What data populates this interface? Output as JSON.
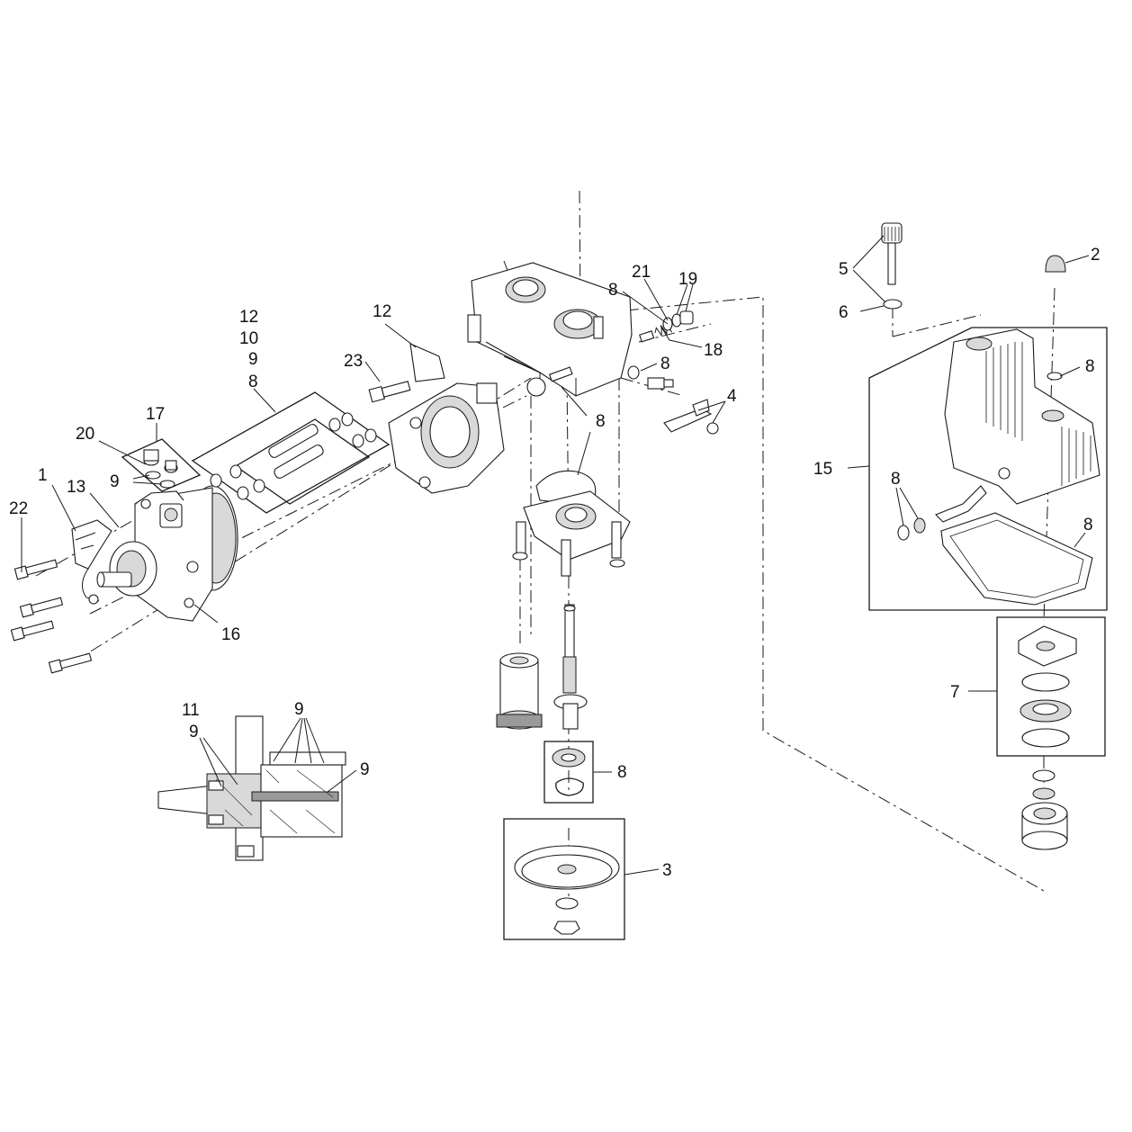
{
  "callouts": [
    {
      "label": "1"
    },
    {
      "label": "2"
    },
    {
      "label": "3"
    },
    {
      "label": "4"
    },
    {
      "label": "5"
    },
    {
      "label": "6"
    },
    {
      "label": "7"
    },
    {
      "label": "8"
    },
    {
      "label": "8"
    },
    {
      "label": "8"
    },
    {
      "label": "8"
    },
    {
      "label": "8"
    },
    {
      "label": "8"
    },
    {
      "label": "8"
    },
    {
      "label": "8"
    },
    {
      "label": "8"
    },
    {
      "label": "9"
    },
    {
      "label": "9"
    },
    {
      "label": "9"
    },
    {
      "label": "9"
    },
    {
      "label": "9"
    },
    {
      "label": "10"
    },
    {
      "label": "11"
    },
    {
      "label": "12"
    },
    {
      "label": "12"
    },
    {
      "label": "13"
    },
    {
      "label": "15"
    },
    {
      "label": "16"
    },
    {
      "label": "17"
    },
    {
      "label": "18"
    },
    {
      "label": "19"
    },
    {
      "label": "20"
    },
    {
      "label": "21"
    },
    {
      "label": "22"
    },
    {
      "label": "23"
    }
  ]
}
